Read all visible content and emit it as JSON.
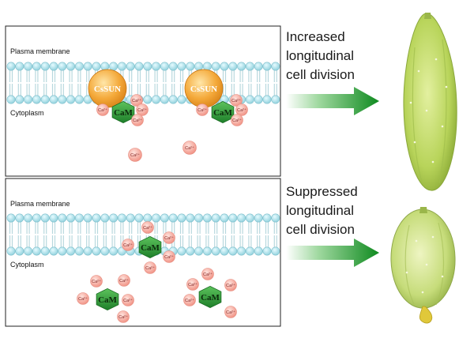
{
  "panels": [
    {
      "membrane_label": "Plasma membrane",
      "cytoplasm_label": "Cytoplasm",
      "caption_lines": [
        "Increased",
        "longitudinal",
        "cell division"
      ]
    },
    {
      "membrane_label": "Plasma membrane",
      "cytoplasm_label": "Cytoplasm",
      "caption_lines": [
        "Suppressed",
        "longitudinal",
        "cell division"
      ]
    }
  ],
  "labels": {
    "cssun": "CsSUN",
    "cam": "CaM",
    "ion": "Ca²⁺"
  },
  "colors": {
    "lipid_head": "#aee0e8",
    "lipid_head_stroke": "#7fbfcc",
    "lipid_tail": "#b8d8de",
    "cssun_fill": "#f4a93a",
    "cam_fill": "#2f9a3a",
    "ion_fill": "#f6b7ae",
    "arrow_green": "#1a9a2a",
    "fruit_long": "#b8d45a",
    "fruit_round": "#c6dc7a"
  }
}
